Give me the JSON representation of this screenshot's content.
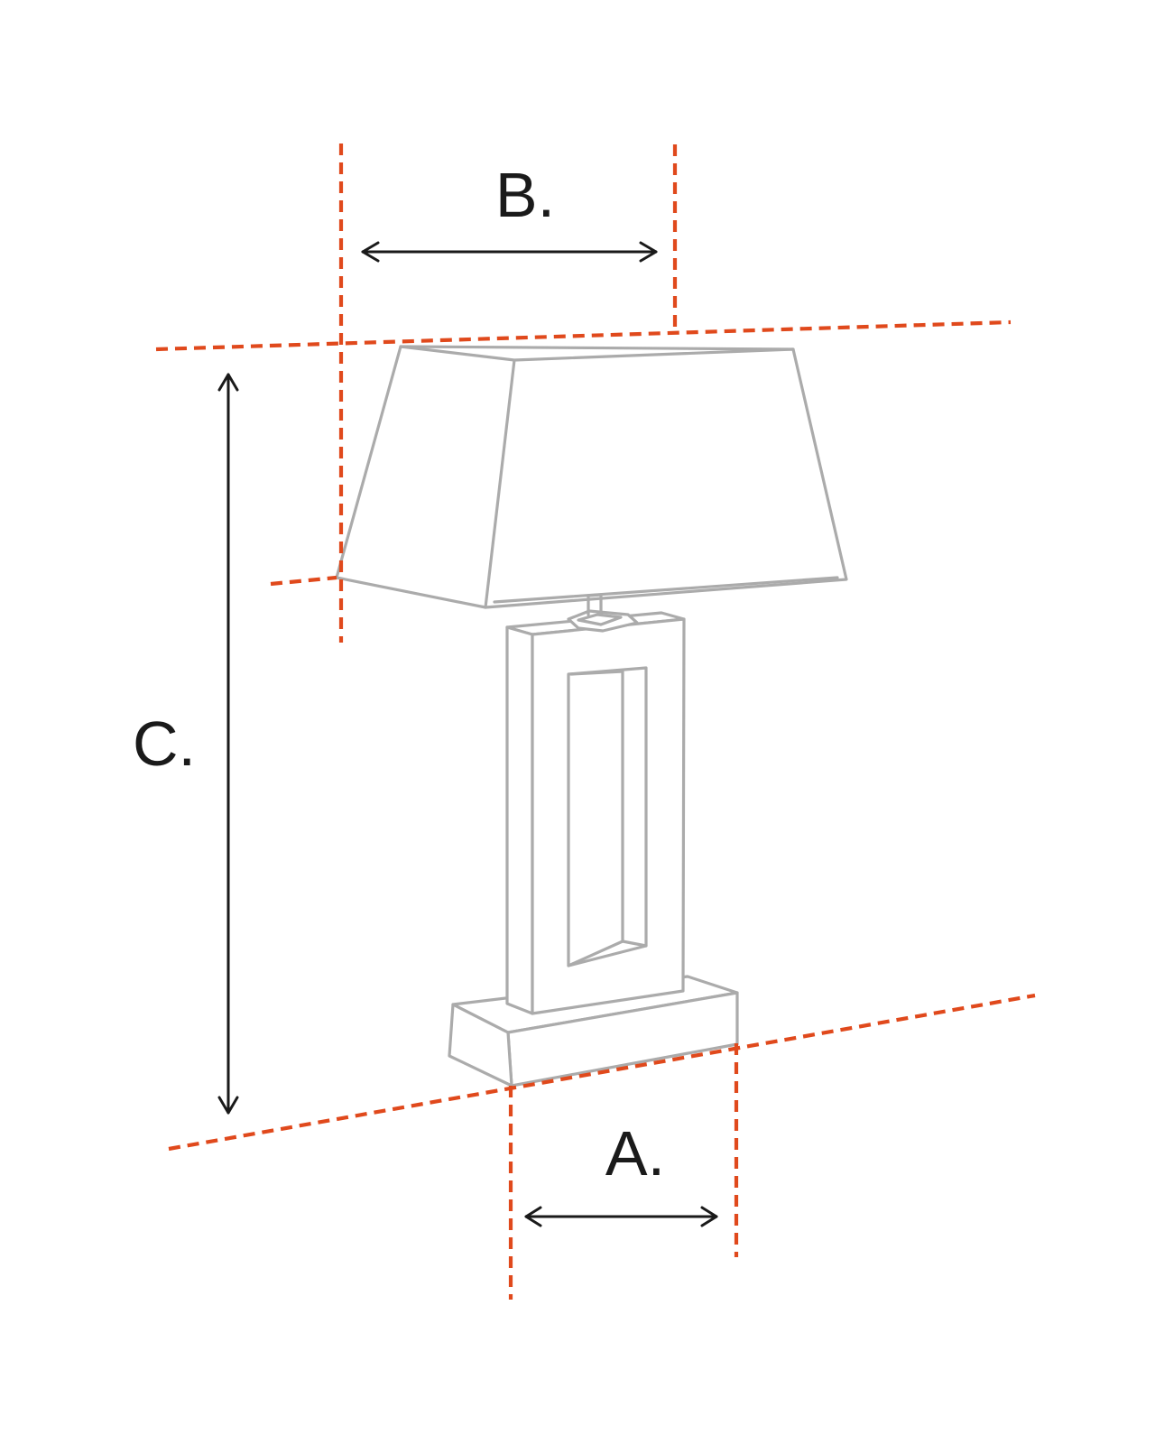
{
  "diagram": {
    "labels": {
      "base_width": "A.",
      "shade_width": "B.",
      "lamp_height": "C."
    },
    "colors": {
      "background": "#ffffff",
      "artwork_gray": "#ababab",
      "guide_orange": "#e0491c",
      "annotation_black": "#1a1a1a"
    }
  }
}
